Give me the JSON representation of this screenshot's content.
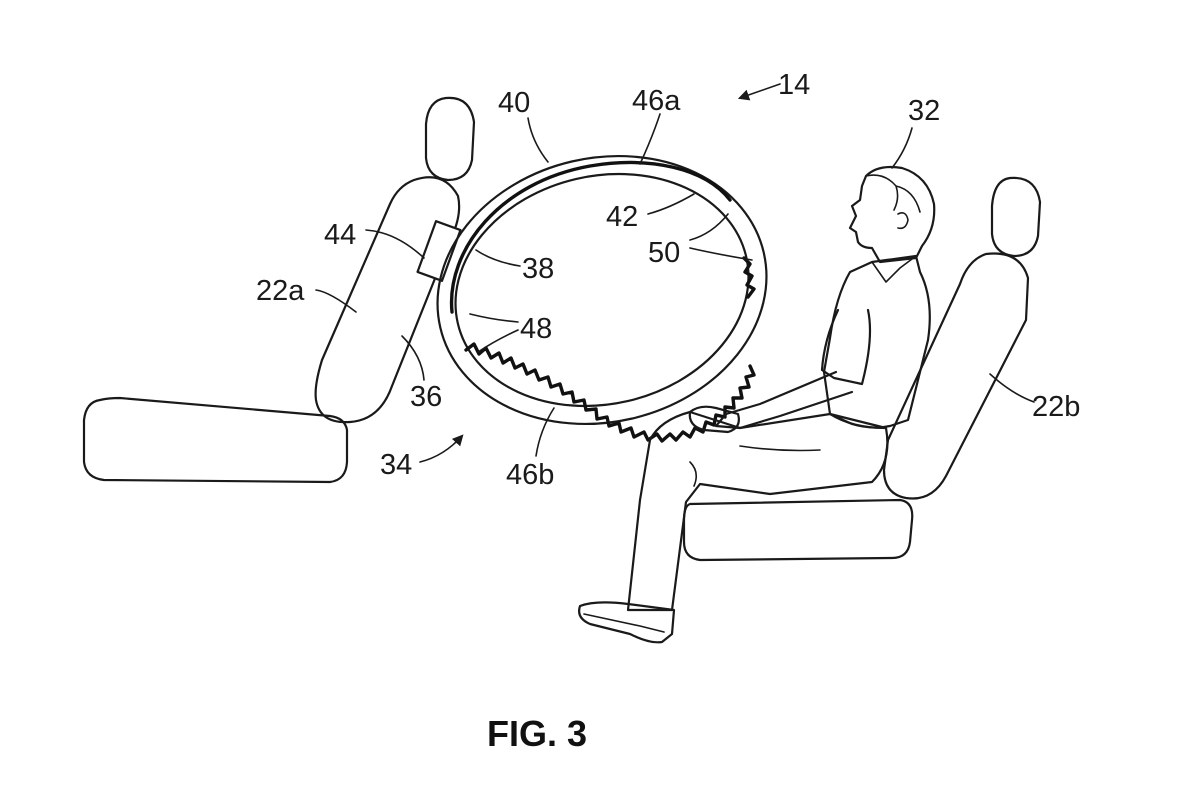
{
  "figure": {
    "caption": "FIG. 3",
    "labels": {
      "l14": "14",
      "l40": "40",
      "l46a": "46a",
      "l32": "32",
      "l42": "42",
      "l44": "44",
      "l50": "50",
      "l38": "38",
      "l22a": "22a",
      "l48": "48",
      "l36": "36",
      "l22b": "22b",
      "l34": "34",
      "l46b": "46b"
    }
  },
  "colors": {
    "ink": "#1a1a1a",
    "paper": "#ffffff"
  }
}
